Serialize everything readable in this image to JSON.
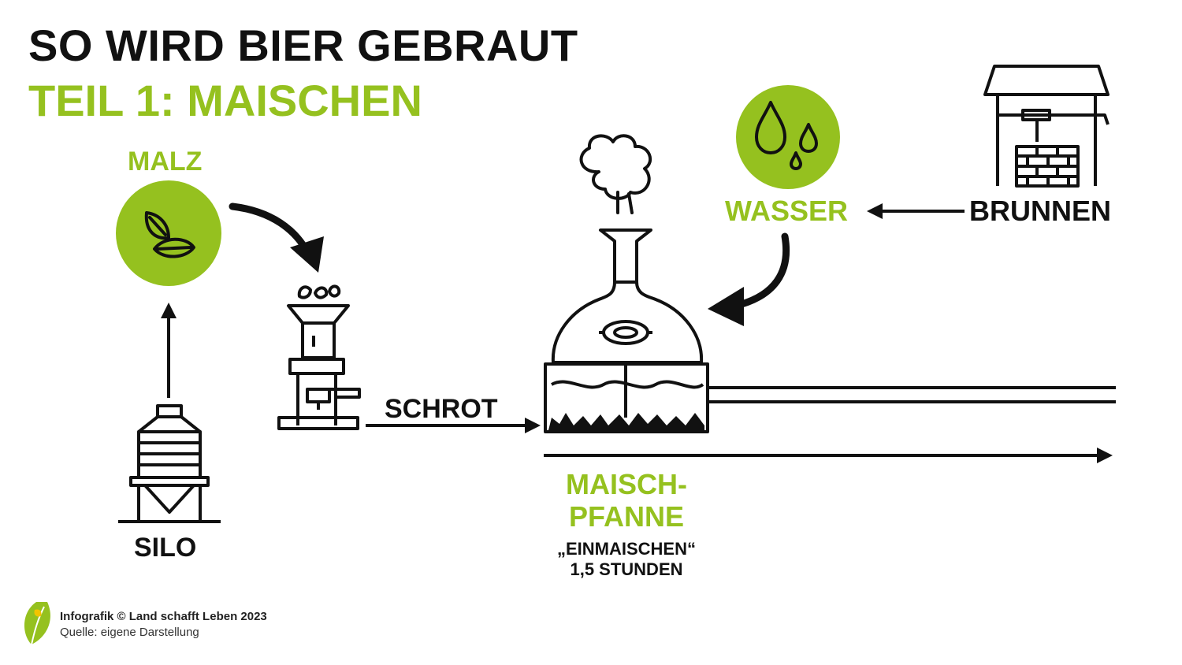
{
  "header": {
    "title": "SO WIRD BIER GEBRAUT",
    "subtitle": "TEIL 1: MAISCHEN"
  },
  "nodes": {
    "malz": "MALZ",
    "silo": "SILO",
    "schrot": "SCHROT",
    "wasser": "WASSER",
    "brunnen": "BRUNNEN",
    "maischpfanne_line1": "MAISCH-",
    "maischpfanne_line2": "PFANNE",
    "einmaischen": "„EINMAISCHEN“",
    "duration": "1,5 STUNDEN"
  },
  "footer": {
    "credit": "Infografik © Land schafft Leben 2023",
    "source": "Quelle: eigene Darstellung"
  },
  "icons": {
    "malz": "leaf-grain-icon",
    "wasser": "water-drops-icon",
    "brunnen": "well-icon",
    "silo": "silo-icon",
    "mill": "grain-mill-icon",
    "kettle": "mash-kettle-icon",
    "steam": "steam-cloud-icon",
    "logo": "leaf-logo-icon"
  },
  "colors": {
    "accent": "#95c11f",
    "ink": "#111111",
    "background": "#ffffff"
  }
}
